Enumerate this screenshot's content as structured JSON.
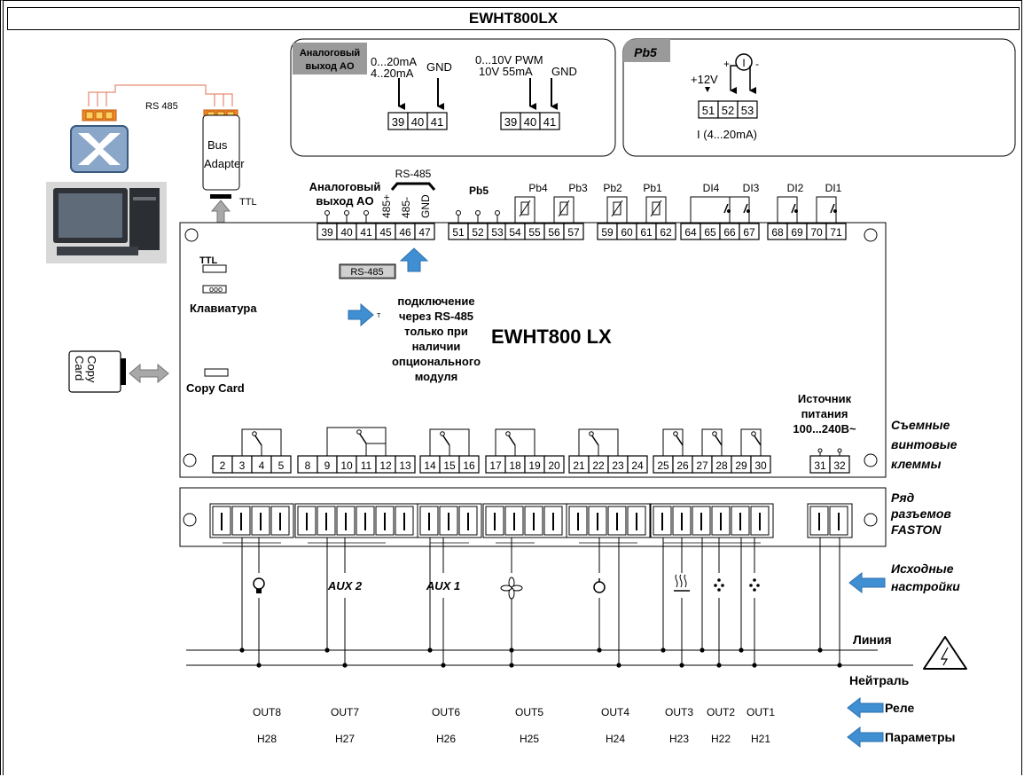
{
  "title": "EWHT800LX",
  "ao_box": {
    "header": "Аналоговый выход AO",
    "header_line1": "Аналоговый",
    "header_line2": "выход AO",
    "group1": {
      "range1": "0...20mA",
      "range2": "4..20mA",
      "gnd": "GND",
      "terminals": [
        "39",
        "40",
        "41"
      ]
    },
    "group2": {
      "range1": "0...10V PWM",
      "range2": "10V 55mA",
      "gnd": "GND",
      "terminals": [
        "39",
        "40",
        "41"
      ]
    }
  },
  "pb5_box": {
    "header": "Pb5",
    "supply": "+12V",
    "plus": "+",
    "minus": "-",
    "current_symbol": "I",
    "terminals": [
      "51",
      "52",
      "53"
    ],
    "caption": "I (4...20mA)"
  },
  "left_devices": {
    "rs485_label": "RS 485",
    "bus_adapter_line1": "Bus",
    "bus_adapter_line2": "Adapter",
    "ttl_label": "TTL",
    "copy_card_line1": "Copy",
    "copy_card_line2": "Card"
  },
  "controller": {
    "model": "EWHT800 LX",
    "ttl_port": "TTL",
    "keyboard_port": "Клавиатура",
    "copy_card_port": "Copy Card",
    "rs485_slot": "RS-485",
    "rs485_note_lines": [
      "подключение",
      "через RS-485",
      "только при",
      "наличии",
      "опционального",
      "модуля"
    ],
    "rs485_note_arrow_letter": "T",
    "top_labels": {
      "ao_line1": "Аналоговый",
      "ao_line2": "выход AO",
      "rs485": "RS-485",
      "rs485_pins": [
        "485+",
        "485-",
        "GND"
      ],
      "pb5": "Pb5",
      "probes": [
        "Pb4",
        "Pb3",
        "Pb2",
        "Pb1"
      ],
      "digital_inputs": [
        "DI4",
        "DI3",
        "DI2",
        "DI1"
      ]
    },
    "top_terminals": [
      "39",
      "40",
      "41",
      "45",
      "46",
      "47",
      "51",
      "52",
      "53",
      "54",
      "55",
      "56",
      "57",
      "59",
      "60",
      "61",
      "62",
      "64",
      "65",
      "66",
      "67",
      "68",
      "69",
      "70",
      "71"
    ],
    "bottom_terminals": [
      "2",
      "3",
      "4",
      "5",
      "8",
      "9",
      "10",
      "11",
      "12",
      "13",
      "14",
      "15",
      "16",
      "17",
      "18",
      "19",
      "20",
      "21",
      "22",
      "23",
      "24",
      "25",
      "26",
      "27",
      "28",
      "29",
      "30",
      "31",
      "32"
    ],
    "power_supply": [
      "Источник",
      "питания",
      "100...240В~"
    ]
  },
  "right_labels": {
    "screw_terminals": [
      "Съемные",
      "винтовые",
      "клеммы"
    ],
    "faston_row": [
      "Ряд",
      "разъемов",
      "FASTON"
    ],
    "default_settings": [
      "Исходные",
      "настройки"
    ],
    "line": "Линия",
    "neutral": "Нейтраль",
    "relays": "Реле",
    "parameters": "Параметры"
  },
  "outputs": [
    {
      "out": "OUT8",
      "param": "H28",
      "icon": "lightbulb-icon"
    },
    {
      "out": "OUT7",
      "param": "H27",
      "icon": "aux2-label",
      "label": "AUX 2"
    },
    {
      "out": "OUT6",
      "param": "H26",
      "icon": "aux1-label",
      "label": "AUX 1"
    },
    {
      "out": "OUT5",
      "param": "H25",
      "icon": "fan-icon"
    },
    {
      "out": "OUT4",
      "param": "H24",
      "icon": "alarm-bell-icon"
    },
    {
      "out": "OUT3",
      "param": "H23",
      "icon": "heater-icon"
    },
    {
      "out": "OUT2",
      "param": "H22",
      "icon": "humidify-up-icon"
    },
    {
      "out": "OUT1",
      "param": "H21",
      "icon": "dehumidify-icon"
    }
  ],
  "colors": {
    "arrow_blue": "#3f8fd2",
    "rs485_orange": "#f08a24",
    "wire": "#e07050",
    "grey_box": "#9a9a9a"
  }
}
